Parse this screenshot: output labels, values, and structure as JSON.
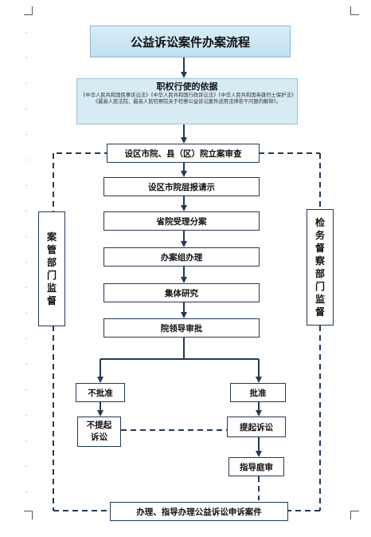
{
  "title": "公益诉讼案件办案流程",
  "basis": {
    "heading": "职权行使的依据",
    "text": "《中华人民共和国民事诉讼法》《中华人民共和国行政诉讼法》《中华人民共和国英雄烈士保护法》《最高人民法院、最高人民检察院关于检察公益诉讼案件适用法律若干问题的解释》。"
  },
  "steps": {
    "filing": "设区市院、县（区）院立案审查",
    "report": "设区市院层报请示",
    "accept": "省院受理分案",
    "team": "办案组办理",
    "collective": "集体研究",
    "leader": "院领导审批",
    "reject": "不批准",
    "approve": "批准",
    "no_suit": "不提起诉讼",
    "file_suit": "提起诉讼",
    "guide_trial": "指导庭审",
    "final": "办理、指导办理公益诉讼申诉案件"
  },
  "sides": {
    "left": "案管部门监督",
    "right": "检务督察部门监督"
  }
}
